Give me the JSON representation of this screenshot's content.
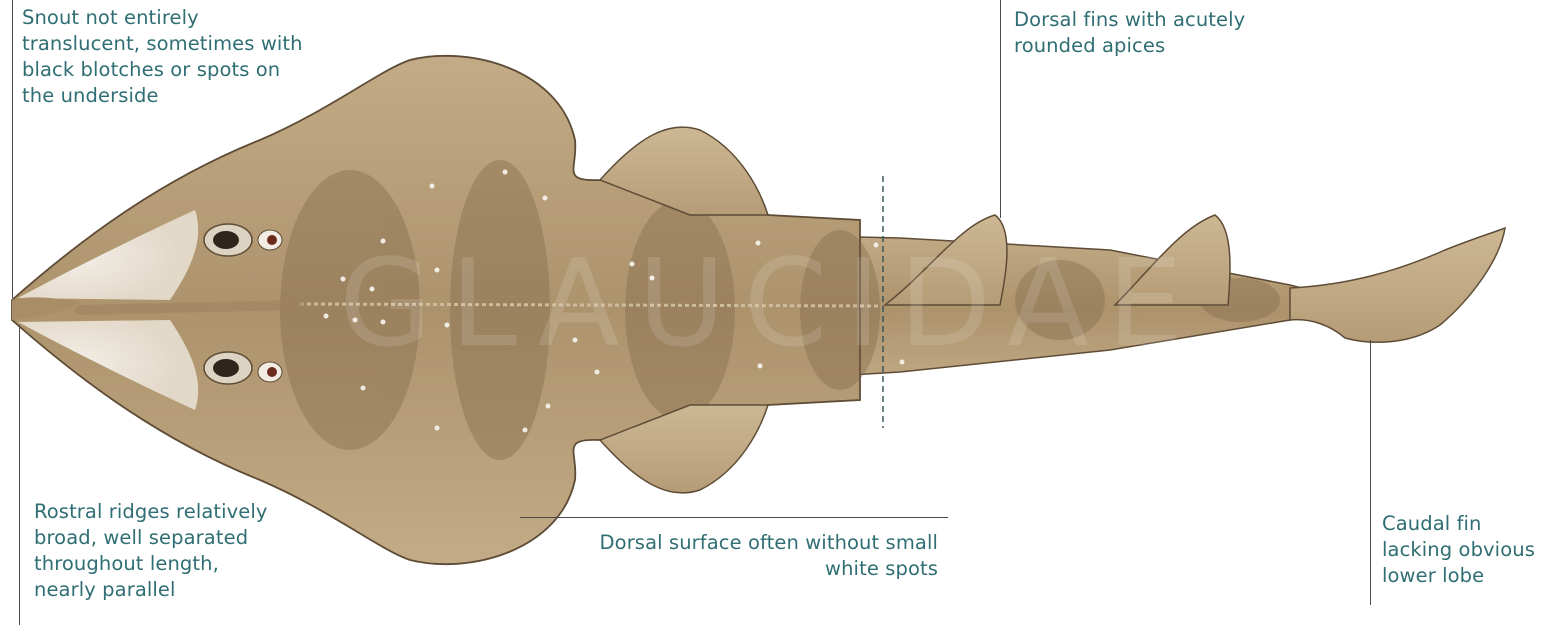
{
  "annotations": {
    "snout": {
      "lines": [
        "Snout not entirely",
        "translucent, sometimes with",
        "black blotches or spots on",
        "the underside"
      ]
    },
    "dorsal_fins": {
      "lines": [
        "Dorsal fins with acutely",
        "rounded apices"
      ]
    },
    "rostral": {
      "lines": [
        "Rostral ridges relatively",
        "broad, well separated",
        "throughout length,",
        "nearly parallel"
      ]
    },
    "dorsal_surface": {
      "lines": [
        "Dorsal surface often without small",
        "white spots"
      ]
    },
    "caudal": {
      "lines": [
        "Caudal fin",
        "lacking obvious",
        "lower lobe"
      ]
    }
  },
  "watermark": {
    "text": "GLAUCIDAE"
  },
  "colors": {
    "label": "#2f6e73",
    "leader": "#4a4a4a",
    "body_base": "#b39a74",
    "body_dark": "#8d7453",
    "fin": "#c6b08c",
    "snout_pale": "#ece6dd",
    "outline": "#5e4c36"
  }
}
